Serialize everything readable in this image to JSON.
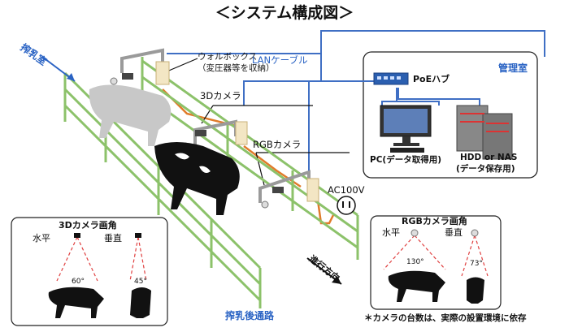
{
  "title": "＜システム構成図＞",
  "labels": {
    "milking_room": "搾乳室",
    "wall_box_line1": "ウォルボックス",
    "wall_box_line2": "（変圧器等を収納）",
    "lan_cable": "LANケーブル",
    "camera_3d": "3Dカメラ",
    "camera_rgb": "RGBカメラ",
    "ac100v": "AC100V",
    "direction": "進行方向",
    "passage": "搾乳後通路",
    "control_room": "管理室",
    "poe_hub": "PoEハブ",
    "pc": "PC(データ取得用)",
    "storage_line1": "HDD or NAS",
    "storage_line2": "(データ保存用)"
  },
  "inset_3d": {
    "title": "3Dカメラ画角",
    "horizontal": "水平",
    "vertical": "垂直",
    "angle_h": "60°",
    "angle_v": "45°"
  },
  "inset_rgb": {
    "title": "RGBカメラ画角",
    "horizontal": "水平",
    "vertical": "垂直",
    "angle_h": "130°",
    "angle_v": "73°"
  },
  "note": "＊カメラの台数は、実際の設置環境に依存",
  "colors": {
    "lan": "#3f6fc4",
    "power": "#e07b2a",
    "fence": "#8cc26a",
    "accent_text": "#2a63c4",
    "angle_lines": "#e04040"
  }
}
